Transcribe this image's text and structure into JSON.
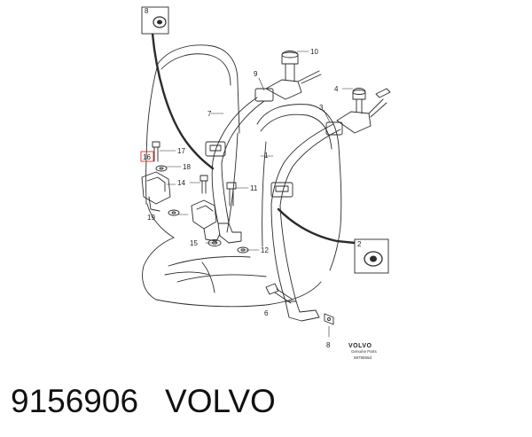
{
  "callouts": {
    "c1": "1",
    "c2": "2",
    "c3": "3",
    "c4": "4",
    "c6": "6",
    "c7": "7",
    "c8": "8",
    "c9": "9",
    "c10": "10",
    "c11": "11",
    "c12": "12",
    "c14": "14",
    "c15": "15",
    "c16": "16",
    "c17": "17",
    "c18": "18",
    "c19": "19"
  },
  "brand": {
    "logo_text": "VOLVO",
    "sub_text": "Genuine Parts",
    "code": "8878555d"
  },
  "caption": {
    "part_number": "9156906",
    "make": "VOLVO"
  },
  "colors": {
    "line": "#2b2b2b",
    "highlight": "#d9302b"
  }
}
